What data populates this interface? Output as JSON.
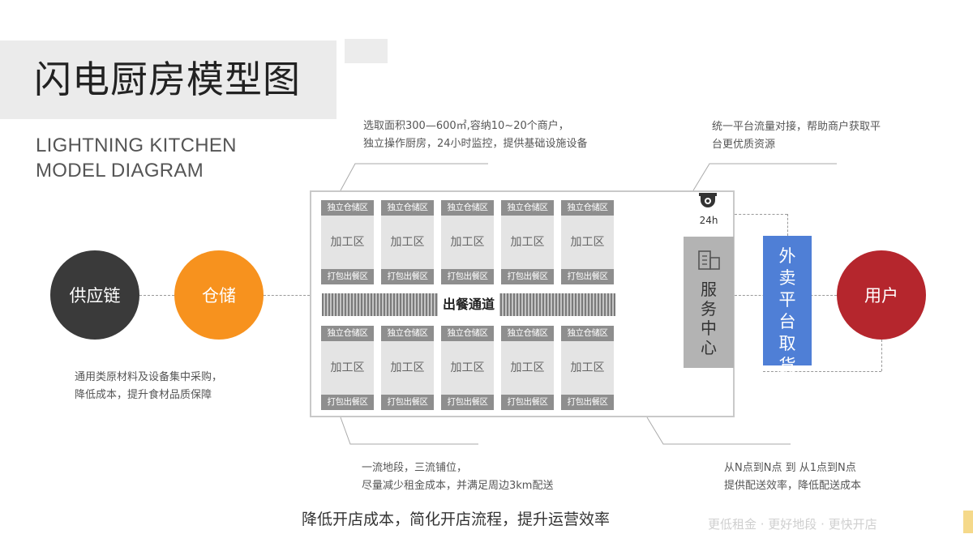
{
  "header": {
    "title": "闪电厨房模型图",
    "subtitle_line1": "LIGHTNING KITCHEN",
    "subtitle_line2": "MODEL DIAGRAM"
  },
  "nodes": {
    "supply": "供应链",
    "warehouse": "仓储",
    "user": "用户"
  },
  "kitchen": {
    "unit_top": "独立仓储区",
    "unit_mid": "加工区",
    "unit_bottom": "打包出餐区",
    "aisle": "出餐通道",
    "service_center": "服务中心",
    "platform": "外卖平台取货",
    "camera_time": "24h"
  },
  "notes": {
    "top_left_1": "选取面积300—600㎡,容纳10~20个商户，",
    "top_left_2": "独立操作厨房，24小时监控，提供基础设施设备",
    "top_right_1": "统一平台流量对接，帮助商户获取平",
    "top_right_2": "台更优质资源",
    "left_1": "通用类原材料及设备集中采购，",
    "left_2": "降低成本，提升食材品质保障",
    "bottom_left_1": "一流地段，三流铺位，",
    "bottom_left_2": "尽量减少租金成本，并满足周边3km配送",
    "bottom_right_1": "从N点到N点 到 从1点到N点",
    "bottom_right_2": "提供配送效率，降低配送成本"
  },
  "footer": {
    "tagline": "降低开店成本，简化开店流程，提升运营效率",
    "links": "更低租金  ·  更好地段  ·  更快开店"
  },
  "colors": {
    "supply": "#3a3a3a",
    "warehouse": "#f7921e",
    "user": "#b5262d",
    "platform": "#4f7fd6",
    "service": "#b3b3b3"
  }
}
